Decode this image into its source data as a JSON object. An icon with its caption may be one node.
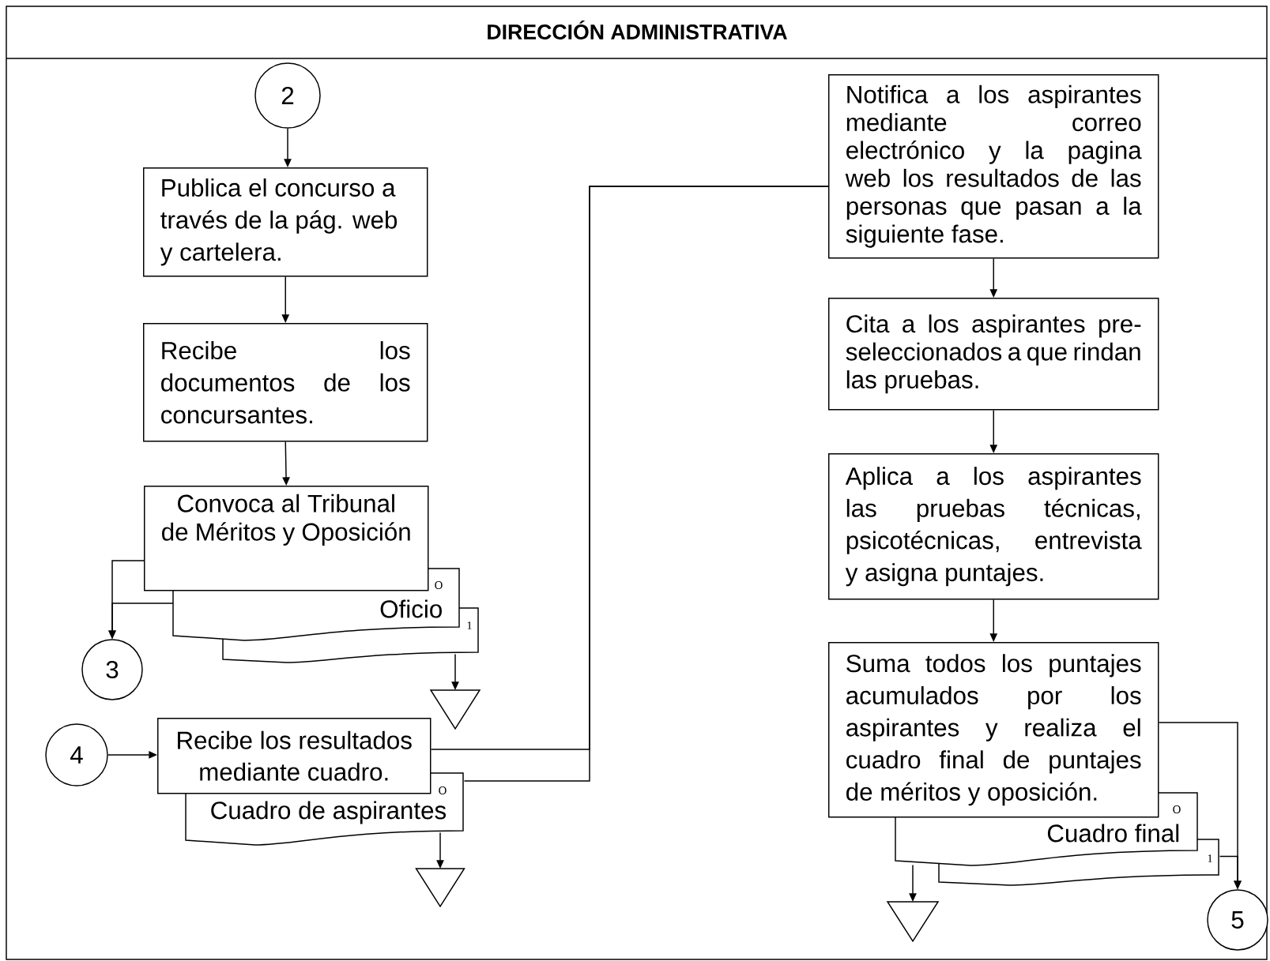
{
  "diagram": {
    "title": "DIRECCIÓN ADMINISTRATIVA",
    "nodes": [
      {
        "text": [
          "2"
        ]
      },
      {
        "text": [
          "Publica el concurso a través de la pág. web y cartelera."
        ]
      },
      {
        "text": [
          "Recibe los documentos de los concursantes."
        ]
      },
      {
        "text": [
          "Convoca al Tribunal de Méritos y Oposición"
        ]
      },
      {
        "text": [
          "O",
          "Oficio",
          "1"
        ]
      },
      {
        "text": [
          "3"
        ]
      },
      {
        "text": [],
        "shape": "triangle"
      },
      {
        "text": [
          "4"
        ]
      },
      {
        "text": [
          "Recibe los resultados mediante cuadro."
        ]
      },
      {
        "text": [
          "O",
          "Cuadro de aspirantes"
        ]
      },
      {
        "text": [],
        "shape": "triangle"
      },
      {
        "text": [
          "Notifica a los aspirantes mediante correo electrónico y la pagina web los resultados de las personas que pasan a la siguiente fase."
        ]
      },
      {
        "text": [
          "Cita a los aspirantes pre-seleccionados a que rindan las pruebas."
        ]
      },
      {
        "text": [
          "Aplica a los aspirantes las pruebas técnicas, psicotécnicas, entrevista y asigna puntajes."
        ]
      },
      {
        "text": [
          "Suma todos los puntajes acumulados por los aspirantes y realiza el cuadro final de puntajes de méritos y oposición."
        ]
      },
      {
        "text": [
          "O",
          "Cuadro final",
          "1"
        ]
      },
      {
        "text": [],
        "shape": "triangle"
      },
      {
        "text": [
          "5"
        ]
      }
    ],
    "edges": [
      {
        "from": 0,
        "to": 1,
        "arrow": "to"
      },
      {
        "from": 1,
        "to": 2,
        "arrow": "to"
      },
      {
        "from": 2,
        "to": 3,
        "arrow": "to"
      },
      {
        "from": 3,
        "to": 5,
        "arrow": "to"
      },
      {
        "from": 4,
        "to": 5,
        "arrow": "to"
      },
      {
        "from": 4,
        "to": 6,
        "arrow": "to"
      },
      {
        "from": 7,
        "to": 8,
        "arrow": "to"
      },
      {
        "from": 8,
        "to": 11,
        "arrow": "none"
      },
      {
        "from": 9,
        "to": 11,
        "arrow": "none"
      },
      {
        "from": 9,
        "to": 10,
        "arrow": "to"
      },
      {
        "from": 11,
        "to": 12,
        "arrow": "to"
      },
      {
        "from": 12,
        "to": 13,
        "arrow": "to"
      },
      {
        "from": 13,
        "to": 14,
        "arrow": "to"
      },
      {
        "from": 14,
        "to": 17,
        "arrow": "to"
      },
      {
        "from": 15,
        "to": 17,
        "arrow": "to"
      },
      {
        "from": 15,
        "to": 16,
        "arrow": "to"
      }
    ]
  }
}
